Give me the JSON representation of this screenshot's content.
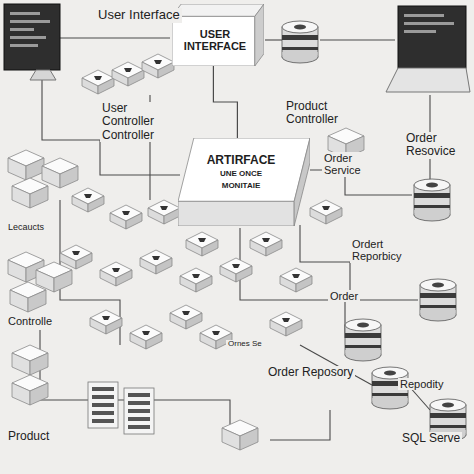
{
  "diagram": {
    "nodes": [
      {
        "text": [
          "USER INTERFACE"
        ]
      },
      {
        "text": [
          "ARTIRFACE",
          "UNE ONCE",
          "MONITAIE"
        ]
      }
    ],
    "edges": [
      {
        "from": 0,
        "to": 1,
        "arrow": "none"
      }
    ],
    "labels": [
      "User Interface",
      "User Controller Controller",
      "Product Controller",
      "Order Service",
      "Order Resovice",
      "Ordert Reporbicy",
      "Order",
      "Order Reposory",
      "Repodity",
      "SQL Serve",
      "Product",
      "Controlle",
      "Lecaucts",
      "Ornes Se"
    ]
  }
}
